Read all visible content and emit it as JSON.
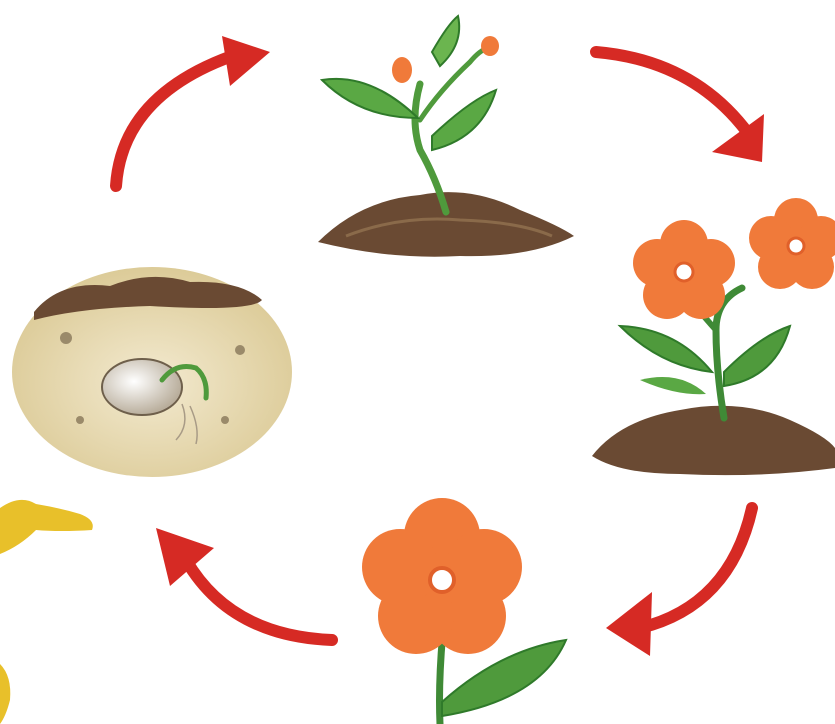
{
  "diagram": {
    "stages": [
      {
        "id": "seed",
        "icon": "germinating-seed-in-soil-icon"
      },
      {
        "id": "seedling",
        "icon": "seedling-with-buds-icon"
      },
      {
        "id": "flowering-plant",
        "icon": "flowering-plant-icon"
      },
      {
        "id": "flower",
        "icon": "single-flower-icon"
      }
    ],
    "arrows": [
      {
        "from": "seed",
        "to": "seedling"
      },
      {
        "from": "seedling",
        "to": "flowering-plant"
      },
      {
        "from": "flowering-plant",
        "to": "flower"
      },
      {
        "from": "flower",
        "to": "seed"
      }
    ],
    "colors": {
      "arrow": "#d62a24",
      "petal": "#f07a3a",
      "petal_dark": "#e0602a",
      "leaf": "#4f9a3c",
      "leaf_dark": "#2f7a2a",
      "soil": "#6a4a33",
      "soil_light": "#8a6a4a",
      "ground": "#e6d9b3",
      "seed": "#d9d1c4"
    }
  }
}
